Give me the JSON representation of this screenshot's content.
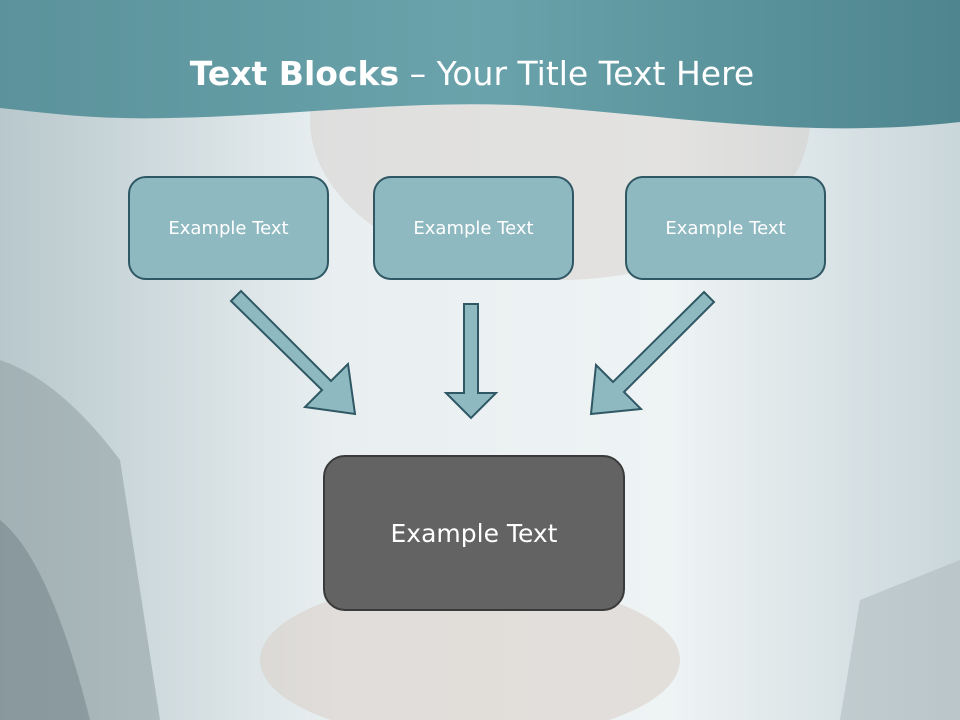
{
  "title": {
    "bold": "Text Blocks",
    "separator": " – ",
    "rest": "Your Title Text Here"
  },
  "blocks": [
    {
      "label": "Example Text"
    },
    {
      "label": "Example Text"
    },
    {
      "label": "Example Text"
    }
  ],
  "target": {
    "label": "Example Text"
  },
  "colors": {
    "header": "#5e99a3",
    "box_fill": "#8fb9c1",
    "box_border": "#2f5864",
    "target_fill": "#636363",
    "arrow_fill": "#8fb9c1"
  }
}
